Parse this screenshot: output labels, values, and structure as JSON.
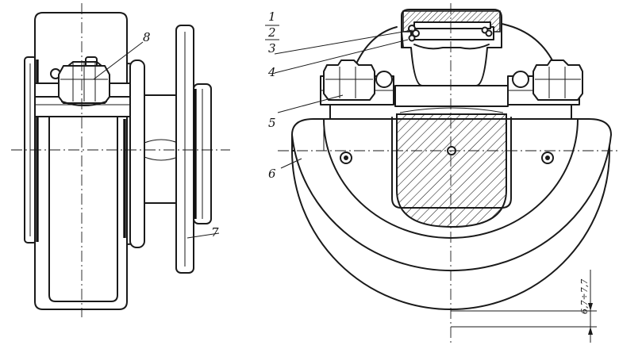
{
  "labels": {
    "part_1": "1",
    "part_2": "2",
    "part_3": "3",
    "part_4": "4",
    "part_5": "5",
    "part_6": "6",
    "part_7": "7",
    "part_8": "8"
  },
  "dimension": "6,7÷7,7"
}
